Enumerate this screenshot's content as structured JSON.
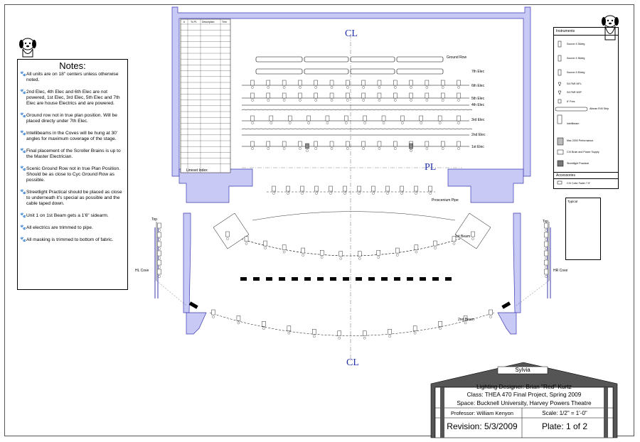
{
  "notes": {
    "title": "Notes:",
    "items": [
      "All units are on 18\" centers unless otherwise noted.",
      "2nd Elec, 4th Elec and 6th Elec are not powered, 1st Elec, 3rd Elec, 5th Elec and 7th Elec are house Electrics and are powered.",
      "Ground row not in true plan position. Will be placed directy under 7th Elec.",
      "Intellibeams in the Coves will be hung at 30' angles for maximum coverage of the stage.",
      "Final placement of the Scroller Brains is up to the Master Electrician.",
      "Scenic Ground Row not in true Plan Position. Should be as close to Cyc Ground Row as possible.",
      "Streetlight Practical should be placed as close to underneath it's special as possible and the cable taped down.",
      "Unit 1 on 1st Beam gets a 1'6\" sidearm.",
      "All electrics are trimmed to pipe.",
      "All masking is trimmed to bottom of fabric."
    ]
  },
  "legend": {
    "title": "Instruments",
    "items": [
      "Source 4 26deg",
      "Source 4 36deg",
      "Source 4 50deg",
      "S4 PAR MFL",
      "S4 PAR NSP",
      "6\" Fres",
      "Altman R40 Strip",
      "Intellibeam",
      "Mac 2000 Performance",
      "CXI Brain and Power Supply",
      "Streetlight Practical"
    ],
    "accessories_title": "Accessories",
    "accessories": [
      "CXI Color Fader 7.5\""
    ],
    "typical_title": "Typical"
  },
  "lineset": {
    "title": "Lineset Index",
    "headers": [
      "#",
      "To PL",
      "Description",
      "Trim"
    ]
  },
  "electrics": [
    "Ground Row",
    "7th Elec",
    "6th Elec",
    "5th Elec",
    "4th Elec",
    "3rd Elec",
    "2nd Elec",
    "1st Elec"
  ],
  "labels": {
    "cl": "CL",
    "pl": "PL",
    "proscenium": "Proscenium Pipe",
    "first_beam": "1st Beam",
    "second_beam": "2nd Beam",
    "hl_cove": "HL Cove",
    "hr_cove": "HR Cove",
    "top_left": "Top",
    "top_right": "Top"
  },
  "title_block": {
    "show": "Sylvia",
    "designer": "Lighting Designer: Brian \"Red\" Kurtz",
    "class": "Class: THEA 470 Final Project, Spring 2009",
    "space": "Space: Bucknell University, Harvey Powers Theatre",
    "professor": "Professor: William Kenyon",
    "scale": "Scale: 1/2\" = 1'-0\"",
    "revision": "Revision: 5/3/2009",
    "plate": "Plate: 1 of 2"
  },
  "colors": {
    "wall": "#c9c9f5",
    "wall_stroke": "#3a3ab0",
    "ink": "#000000",
    "cl": "#1f2fa8"
  }
}
